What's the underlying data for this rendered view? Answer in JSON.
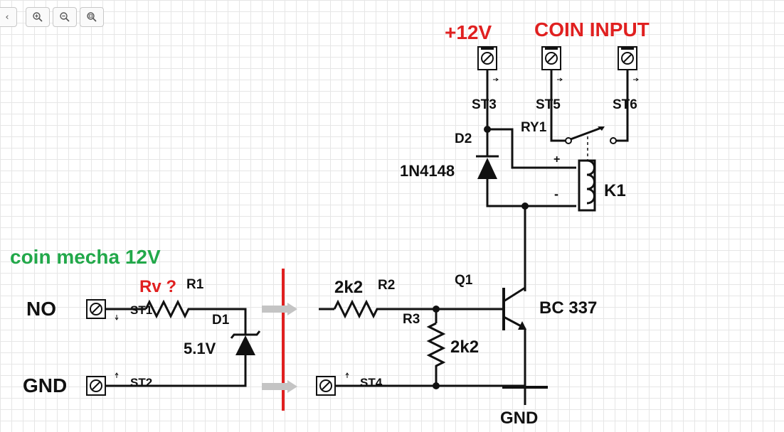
{
  "toolbar": {
    "back_icon": "chevron-left-icon",
    "zoom_in_icon": "zoom-in-icon",
    "zoom_out_icon": "zoom-out-icon",
    "zoom_fit_icon": "zoom-fit-icon"
  },
  "colors": {
    "accent_red": "#e02020",
    "accent_green": "#22a84a",
    "wire": "#111111",
    "arrow_grey": "#c4c4c4"
  },
  "schematic": {
    "title_supply": "+12V",
    "title_coin_input": "COIN INPUT",
    "title_coin_mecha": "coin mecha 12V",
    "terminals": {
      "st1": "ST1",
      "st2": "ST2",
      "st3": "ST3",
      "st4": "ST4",
      "st5": "ST5",
      "st6": "ST6"
    },
    "left_labels": {
      "no": "NO",
      "gnd": "GND"
    },
    "r1": {
      "value": "Rv ?",
      "ref": "R1"
    },
    "d1": {
      "ref": "D1",
      "value": "5.1V"
    },
    "r2": {
      "value": "2k2",
      "ref": "R2"
    },
    "r3": {
      "ref": "R3",
      "value": "2k2"
    },
    "q1": {
      "ref": "Q1",
      "value": "BC 337"
    },
    "d2": {
      "ref": "D2",
      "value": "1N4148"
    },
    "relay": {
      "ref": "RY1",
      "coil_ref": "K1",
      "plus": "+",
      "minus": "-"
    },
    "ground_label": "GND"
  }
}
